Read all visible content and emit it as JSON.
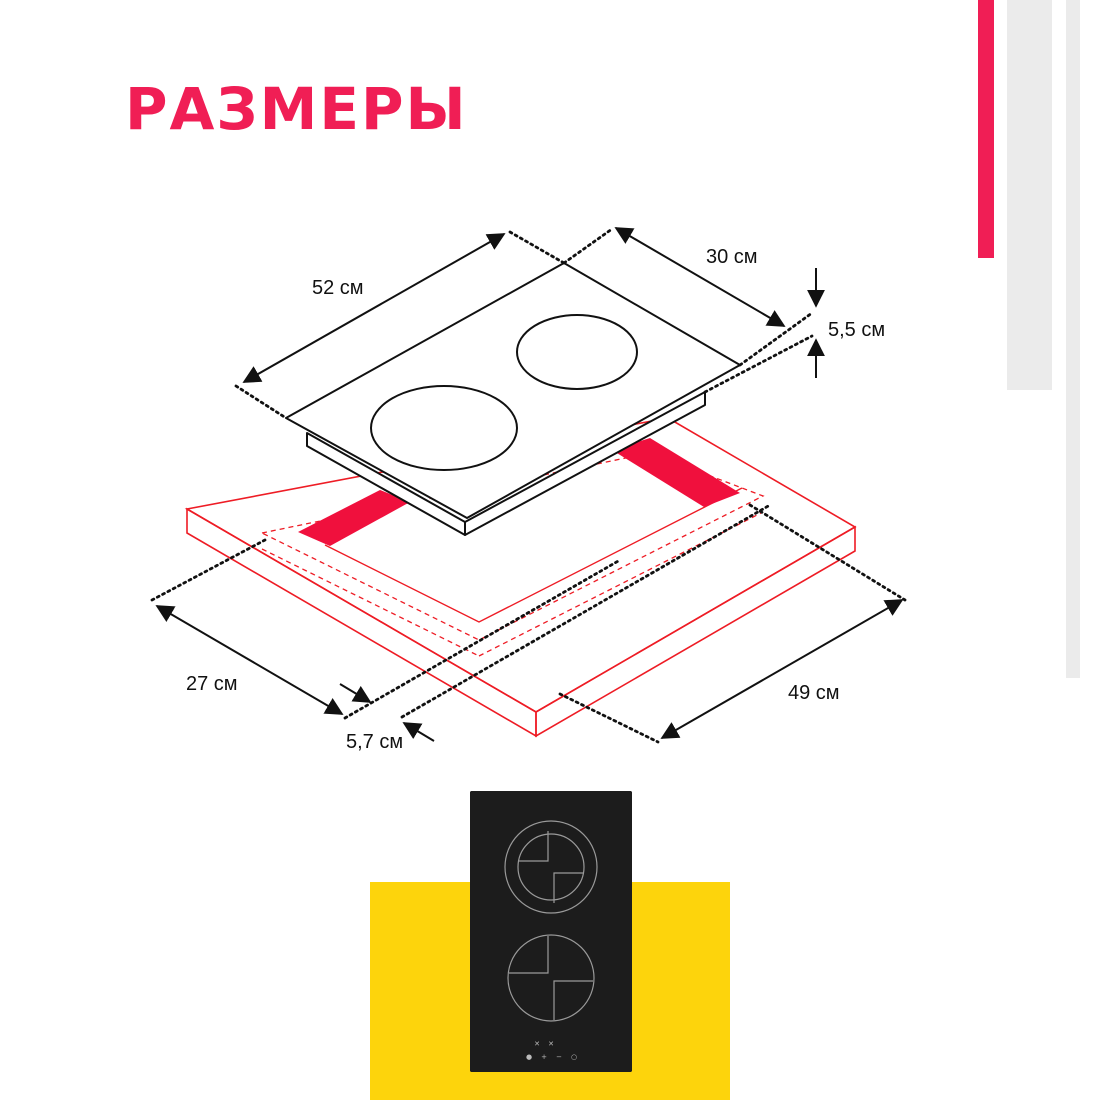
{
  "title": "РАЗМЕРЫ",
  "colors": {
    "accent": "#f01e55",
    "cutout_red": "#ee1c25",
    "cutout_fill": "#f0103d",
    "gray_bar": "#ebebeb",
    "yellow": "#fdd40c",
    "hob_glass": "#1c1c1c",
    "line": "#111111"
  },
  "dimensions": {
    "hob_length": "52 см",
    "hob_width": "30 см",
    "hob_height": "5,5 см",
    "cutout_width": "27 см",
    "cutout_length": "49 см",
    "cutout_margin": "5,7 см"
  },
  "photo": {
    "controls": [
      "●",
      "+",
      "−",
      "○"
    ],
    "control_symbols": [
      "✕",
      "✕"
    ]
  }
}
